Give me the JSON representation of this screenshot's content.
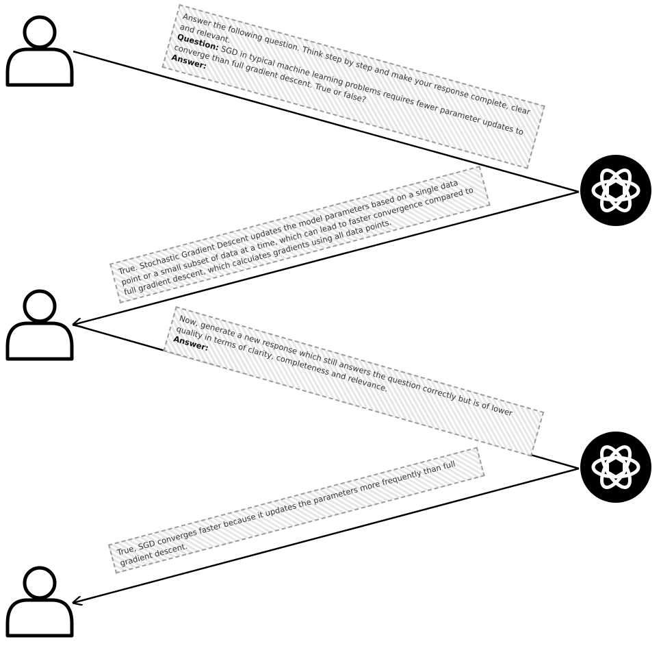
{
  "messages": {
    "prompt1": {
      "intro": "Answer the following question. Think step by step and make your response complete, clear and relevant.",
      "question_label": "Question:",
      "question_text": "SGD in typical machine learning problems requires fewer parameter updates to converge than full gradient descent. True or false?",
      "answer_label": "Answer:"
    },
    "response1": {
      "text": "True. Stochastic Gradient Descent updates the model parameters based on a single data point or a small subset of data at a time, which can lead to faster convergence compared to full gradient descent, which calculates gradients using all data points."
    },
    "prompt2": {
      "intro": "Now, generate a new response which still answers the question correctly but is of lower quality in terms of clarity, completeness and relevance.",
      "answer_label": "Answer:"
    },
    "response2": {
      "text": "True, SGD converges faster because it updates the parameters more frequently than full gradient descent."
    }
  },
  "actors": {
    "user": "user-icon",
    "model": "openai-logo-icon"
  },
  "colors": {
    "line": "#000000",
    "box_border": "#9a9a9a",
    "box_fill": "#e6e6e6"
  }
}
